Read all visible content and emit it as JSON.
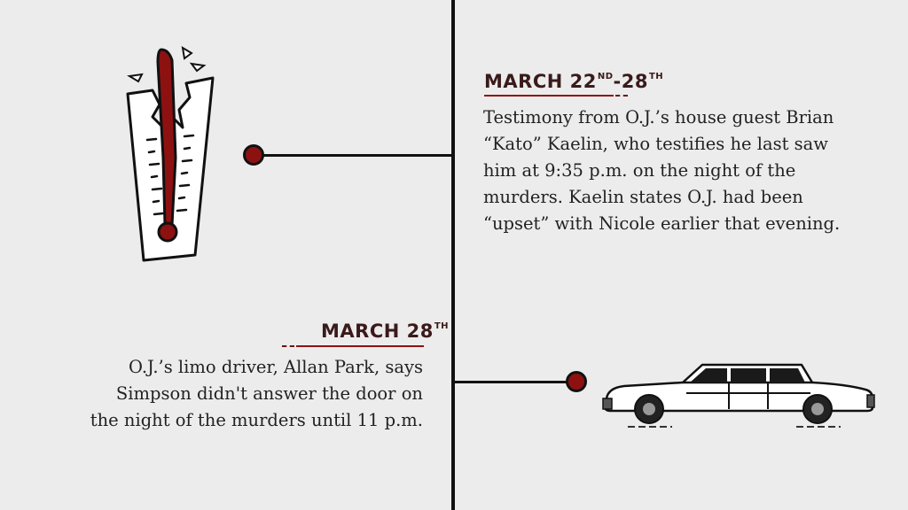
{
  "timeline": {
    "events": [
      {
        "date_main": "MARCH 22",
        "date_sup1": "ND",
        "date_mid": "-28",
        "date_sup2": "TH",
        "lines": [
          "Testimony from O.J.’s house guest Brian",
          "“Kato” Kaelin, who testifies he last saw",
          "him at 9:35 p.m. on the night of the",
          "murders. Kaelin states O.J. had been",
          "“upset” with Nicole earlier that evening."
        ],
        "illustration": "broken-thermometer-icon"
      },
      {
        "date_main": "MARCH 28",
        "date_sup": "TH",
        "lines": [
          "O.J.’s limo driver, Allan Park, says",
          "Simpson didn't answer the door on",
          "the night of the murders until 11 p.m."
        ],
        "illustration": "limousine-icon"
      }
    ]
  },
  "colors": {
    "accent": "#8e1111",
    "line": "#111111",
    "background": "#ececec"
  }
}
